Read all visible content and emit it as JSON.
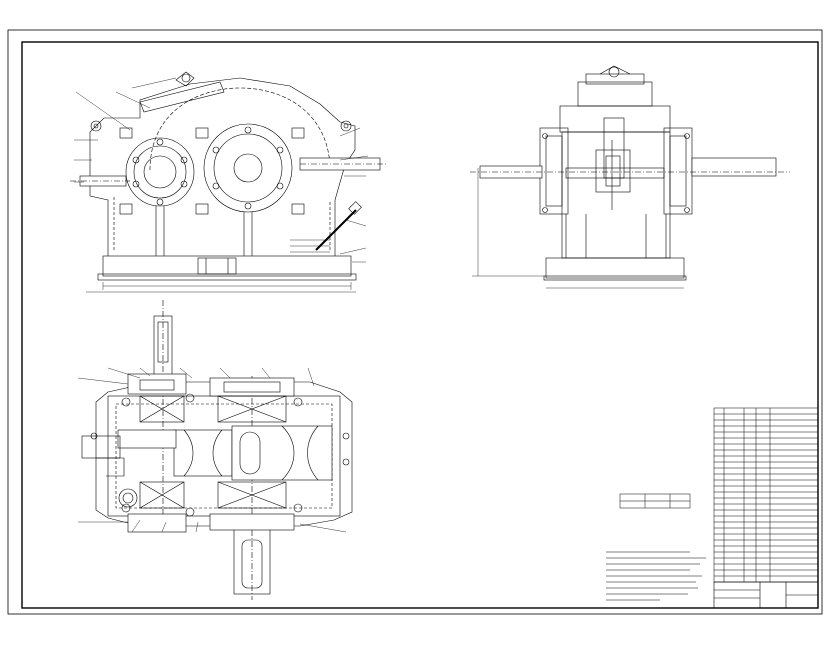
{
  "drawing": {
    "title": "",
    "views": [
      "front-view",
      "side-view",
      "top-section-view"
    ],
    "notes_title": "",
    "notes": [],
    "spec_table": {
      "headers": [],
      "rows": []
    },
    "parts_list": {
      "rows": []
    },
    "title_block": {
      "name": "",
      "sheet": ""
    }
  },
  "colors": {
    "line": "#000000",
    "paper": "#ffffff"
  }
}
